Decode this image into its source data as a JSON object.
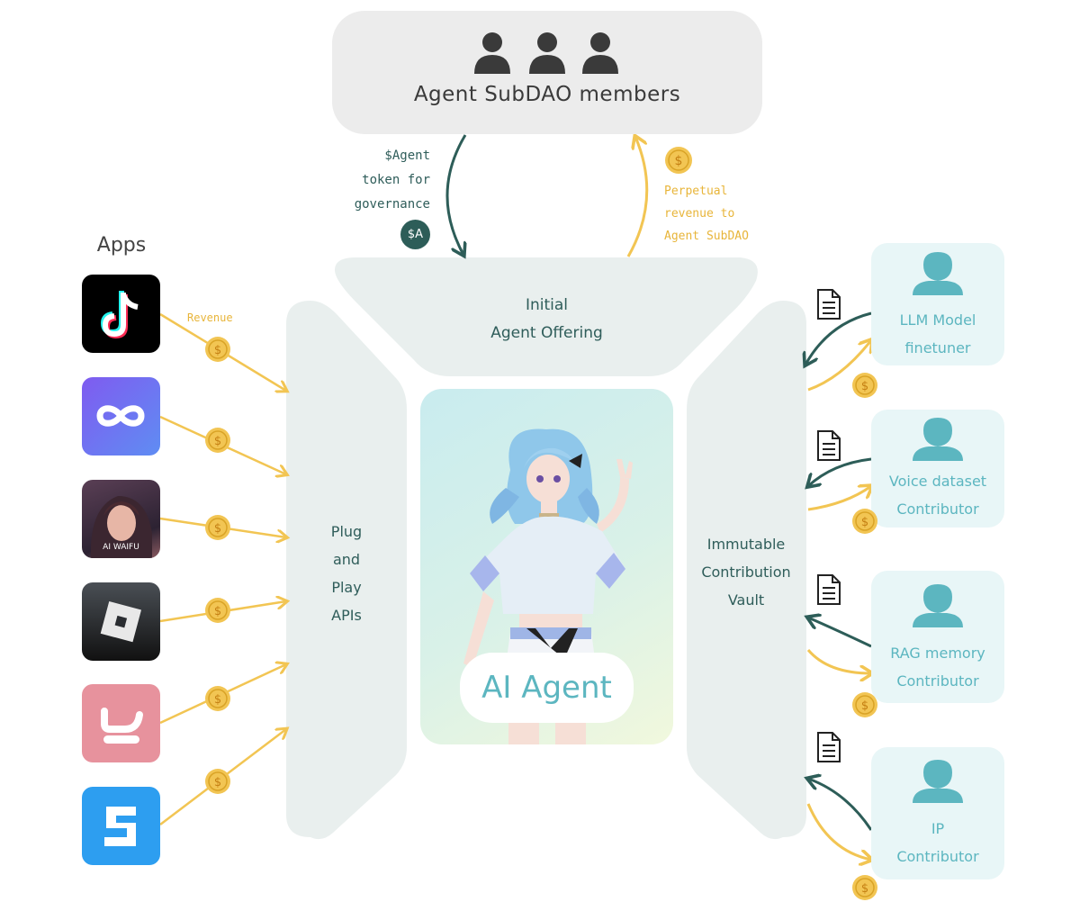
{
  "subdao": {
    "title": "Agent SubDAO members",
    "icons": [
      "person-icon",
      "person-icon",
      "person-icon"
    ]
  },
  "governance": {
    "lines": [
      "$Agent",
      "token for",
      "governance"
    ],
    "badge": "$A"
  },
  "perpetual_revenue": {
    "lines": [
      "Perpetual",
      "revenue to",
      "Agent SubDAO"
    ],
    "icon": "dollar-coin-icon"
  },
  "apps": {
    "title": "Apps",
    "revenue_label": "Revenue",
    "items": [
      {
        "name": "tiktok-icon",
        "bg": "#000000"
      },
      {
        "name": "infinity-app-icon",
        "bg": "#6f66f0"
      },
      {
        "name": "ai-waifu-icon",
        "bg": "#3b2b3a",
        "text": "AI WAIFU"
      },
      {
        "name": "roblox-icon",
        "bg": "#1d1f22"
      },
      {
        "name": "pink-app-icon",
        "bg": "#e7929d"
      },
      {
        "name": "sandbox-icon",
        "bg": "#2d9ef0"
      }
    ]
  },
  "plug_and_play": {
    "lines": [
      "Plug",
      "and",
      "Play",
      "APIs"
    ]
  },
  "initial_offering": {
    "lines": [
      "Initial",
      "Agent Offering"
    ]
  },
  "agent": {
    "label": "AI Agent"
  },
  "vault": {
    "lines": [
      "Immutable",
      "Contribution",
      "Vault"
    ]
  },
  "contributors": [
    {
      "lines": [
        "LLM Model",
        "finetuner"
      ]
    },
    {
      "lines": [
        "Voice dataset",
        "Contributor"
      ]
    },
    {
      "lines": [
        "RAG memory",
        "Contributor"
      ]
    },
    {
      "lines": [
        "IP",
        "Contributor"
      ]
    }
  ],
  "colors": {
    "dark_teal": "#2d5d58",
    "gold": "#f2c553",
    "light_teal": "#5cb6c0",
    "panel": "#e9efee"
  }
}
